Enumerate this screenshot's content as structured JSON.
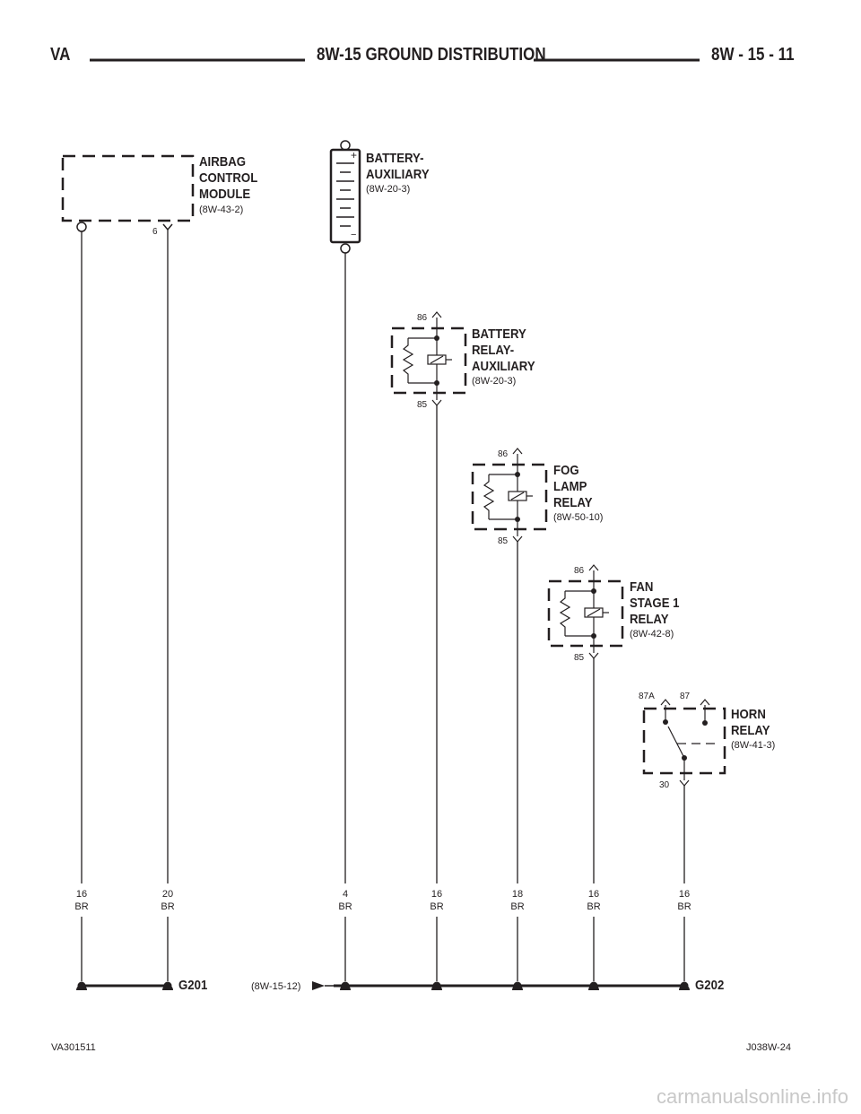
{
  "header": {
    "left": "VA",
    "title": "8W-15 GROUND DISTRIBUTION",
    "right": "8W - 15 - 11"
  },
  "components": {
    "airbag": {
      "name_lines": [
        "AIRBAG",
        "CONTROL",
        "MODULE"
      ],
      "ref": "(8W-43-2)",
      "pin": "6"
    },
    "battery": {
      "name_lines": [
        "BATTERY-",
        "AUXILIARY"
      ],
      "ref": "(8W-20-3)",
      "plus": "+",
      "minus": "−"
    },
    "battery_relay": {
      "name_lines": [
        "BATTERY",
        "RELAY-",
        "AUXILIARY"
      ],
      "ref": "(8W-20-3)",
      "pin_top": "86",
      "pin_bottom": "85"
    },
    "fog_relay": {
      "name_lines": [
        "FOG",
        "LAMP",
        "RELAY"
      ],
      "ref": "(8W-50-10)",
      "pin_top": "86",
      "pin_bottom": "85"
    },
    "fan_relay": {
      "name_lines": [
        "FAN",
        "STAGE 1",
        "RELAY"
      ],
      "ref": "(8W-42-8)",
      "pin_top": "86",
      "pin_bottom": "85"
    },
    "horn_relay": {
      "name_lines": [
        "HORN",
        "RELAY"
      ],
      "ref": "(8W-41-3)",
      "pin_87a": "87A",
      "pin_87": "87",
      "pin_30": "30"
    }
  },
  "wires": [
    {
      "gauge": "16",
      "color": "BR"
    },
    {
      "gauge": "20",
      "color": "BR"
    },
    {
      "gauge": "4",
      "color": "BR"
    },
    {
      "gauge": "16",
      "color": "BR"
    },
    {
      "gauge": "18",
      "color": "BR"
    },
    {
      "gauge": "16",
      "color": "BR"
    },
    {
      "gauge": "16",
      "color": "BR"
    }
  ],
  "grounds": {
    "g201": "G201",
    "g202": "G202",
    "g202_ref": "(8W-15-12)"
  },
  "footer": {
    "left": "VA301511",
    "right": "J038W-24"
  },
  "watermark": "carmanualsonline.info",
  "colors": {
    "ink": "#231f20",
    "watermark": "#c8c8c8"
  }
}
